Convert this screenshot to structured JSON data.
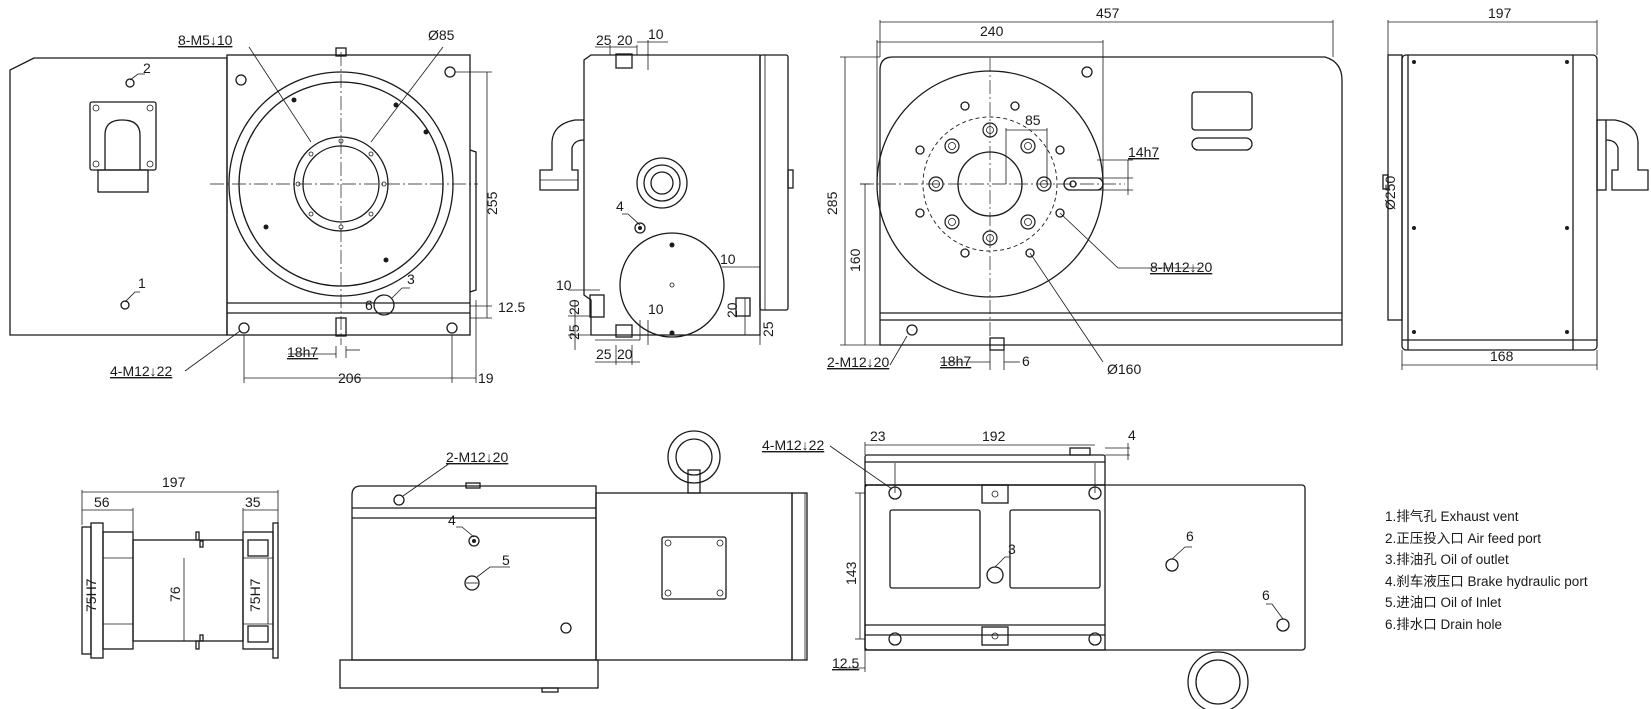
{
  "dimensions": {
    "front": {
      "bolt_holes_top": "8-M5↓10",
      "bore_diameter": "Ø85",
      "height": "255",
      "base_step": "12.5",
      "key_width": "18h7",
      "base_holes": "4-M12↓22",
      "hole_spacing": "206",
      "edge_offset": "19"
    },
    "side": {
      "top_a": "25",
      "top_b": "20",
      "top_c": "10",
      "port_gap": "10",
      "left_a": "10",
      "left_b": "20",
      "left_c": "25",
      "right_a": "20",
      "right_b": "25",
      "bottom_c": "10",
      "bottom_a": "25",
      "bottom_b": "20"
    },
    "top": {
      "overall_width": "457",
      "table_width": "240",
      "overall_height": "285",
      "center_height": "160",
      "pcd": "85",
      "slot_width": "14h7",
      "table_holes": "8-M12↓20",
      "base_holes": "2-M12↓20",
      "key_width": "18h7",
      "key_depth": "6",
      "table_diameter": "Ø160"
    },
    "right": {
      "depth": "197",
      "table_diameter": "Ø250",
      "base_depth": "168"
    },
    "section": {
      "depth": "197",
      "left_offset": "56",
      "right_offset": "35",
      "bore_fit_left": "75H7",
      "bore": "76",
      "bore_fit_right": "75H7"
    },
    "rear": {
      "holes": "2-M12↓20"
    },
    "bottom": {
      "holes": "4-M12↓22",
      "hole_offset": "23",
      "hole_spacing": "192",
      "plate_step": "4",
      "hole_span": "143",
      "edge_step": "12.5"
    }
  },
  "callouts": {
    "exhaust": "1",
    "air_feed": "2",
    "oil_outlet": "3",
    "brake_port": "4",
    "oil_inlet": "5",
    "drain": "6"
  },
  "legend": [
    "1.排气孔 Exhaust vent",
    "2.正压投入口 Air feed port",
    "3.排油孔 Oil of outlet",
    "4.刹车液压口 Brake hydraulic port",
    "5.进油口 Oil of Inlet",
    "6.排水口 Drain hole"
  ]
}
